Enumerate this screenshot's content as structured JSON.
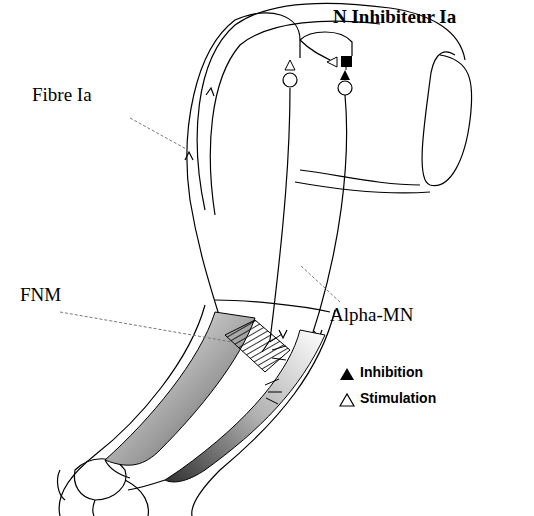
{
  "diagram": {
    "labels": [
      "N Inhibiteur Ia",
      "Fibre Ia",
      "FNM",
      "Alpha-MN"
    ],
    "legend": [
      {
        "text": "Inhibition"
      },
      {
        "text": "Stimulation"
      }
    ]
  }
}
